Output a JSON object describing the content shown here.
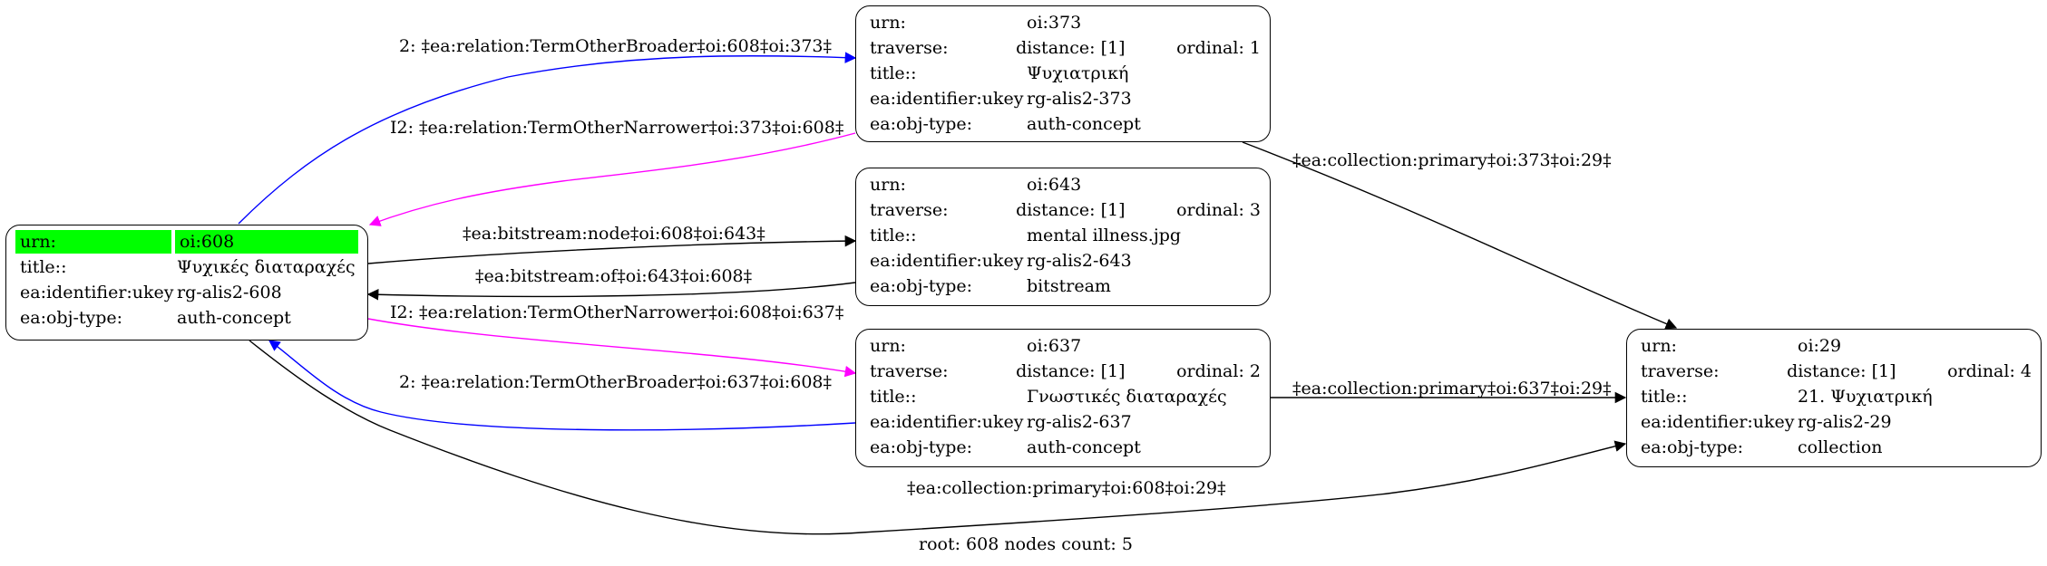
{
  "edges": [
    {
      "id": "e1",
      "label": "2: ‡ea:relation:TermOtherBroader‡oi:608‡oi:373‡",
      "color": "#0000ff"
    },
    {
      "id": "e2",
      "label": "I2: ‡ea:relation:TermOtherNarrower‡oi:373‡oi:608‡",
      "color": "#ff00ff"
    },
    {
      "id": "e3",
      "label": "‡ea:bitstream:node‡oi:608‡oi:643‡",
      "color": "#000000"
    },
    {
      "id": "e4",
      "label": "‡ea:bitstream:of‡oi:643‡oi:608‡",
      "color": "#000000"
    },
    {
      "id": "e5",
      "label": "I2: ‡ea:relation:TermOtherNarrower‡oi:608‡oi:637‡",
      "color": "#ff00ff"
    },
    {
      "id": "e6",
      "label": "2: ‡ea:relation:TermOtherBroader‡oi:637‡oi:608‡",
      "color": "#0000ff"
    },
    {
      "id": "e7",
      "label": "‡ea:collection:primary‡oi:373‡oi:29‡",
      "color": "#000000"
    },
    {
      "id": "e8",
      "label": "‡ea:collection:primary‡oi:637‡oi:29‡",
      "color": "#000000"
    },
    {
      "id": "e9",
      "label": "‡ea:collection:primary‡oi:608‡oi:29‡",
      "color": "#000000"
    }
  ],
  "nodes": {
    "n608": {
      "rows": [
        {
          "k": "urn:",
          "v": "oi:608"
        },
        {
          "k": "title::",
          "v": "Ψυχικές διαταραχές"
        },
        {
          "k": "ea:identifier:ukey",
          "v": "rg-alis2-608"
        },
        {
          "k": "ea:obj-type:",
          "v": "auth-concept"
        }
      ],
      "highlight_color": "#00ff00"
    },
    "n373": {
      "rows": [
        {
          "k": "urn:",
          "v": "oi:373"
        },
        {
          "k": "traverse:",
          "v": "distance: [1]",
          "v2": "ordinal: 1"
        },
        {
          "k": "title::",
          "v": "Ψυχιατρική"
        },
        {
          "k": "ea:identifier:ukey",
          "v": "rg-alis2-373"
        },
        {
          "k": "ea:obj-type:",
          "v": "auth-concept"
        }
      ]
    },
    "n643": {
      "rows": [
        {
          "k": "urn:",
          "v": "oi:643"
        },
        {
          "k": "traverse:",
          "v": "distance: [1]",
          "v2": "ordinal: 3"
        },
        {
          "k": "title::",
          "v": "mental illness.jpg"
        },
        {
          "k": "ea:identifier:ukey",
          "v": "rg-alis2-643"
        },
        {
          "k": "ea:obj-type:",
          "v": "bitstream"
        }
      ]
    },
    "n637": {
      "rows": [
        {
          "k": "urn:",
          "v": "oi:637"
        },
        {
          "k": "traverse:",
          "v": "distance: [1]",
          "v2": "ordinal: 2"
        },
        {
          "k": "title::",
          "v": "Γνωστικές διαταραχές"
        },
        {
          "k": "ea:identifier:ukey",
          "v": "rg-alis2-637"
        },
        {
          "k": "ea:obj-type:",
          "v": "auth-concept"
        }
      ]
    },
    "n29": {
      "rows": [
        {
          "k": "urn:",
          "v": "oi:29"
        },
        {
          "k": "traverse:",
          "v": "distance: [1]",
          "v2": "ordinal: 4"
        },
        {
          "k": "title::",
          "v": "21. Ψυχιατρική"
        },
        {
          "k": "ea:identifier:ukey",
          "v": "rg-alis2-29"
        },
        {
          "k": "ea:obj-type:",
          "v": "collection"
        }
      ]
    }
  },
  "footer": "root: 608 nodes count: 5"
}
